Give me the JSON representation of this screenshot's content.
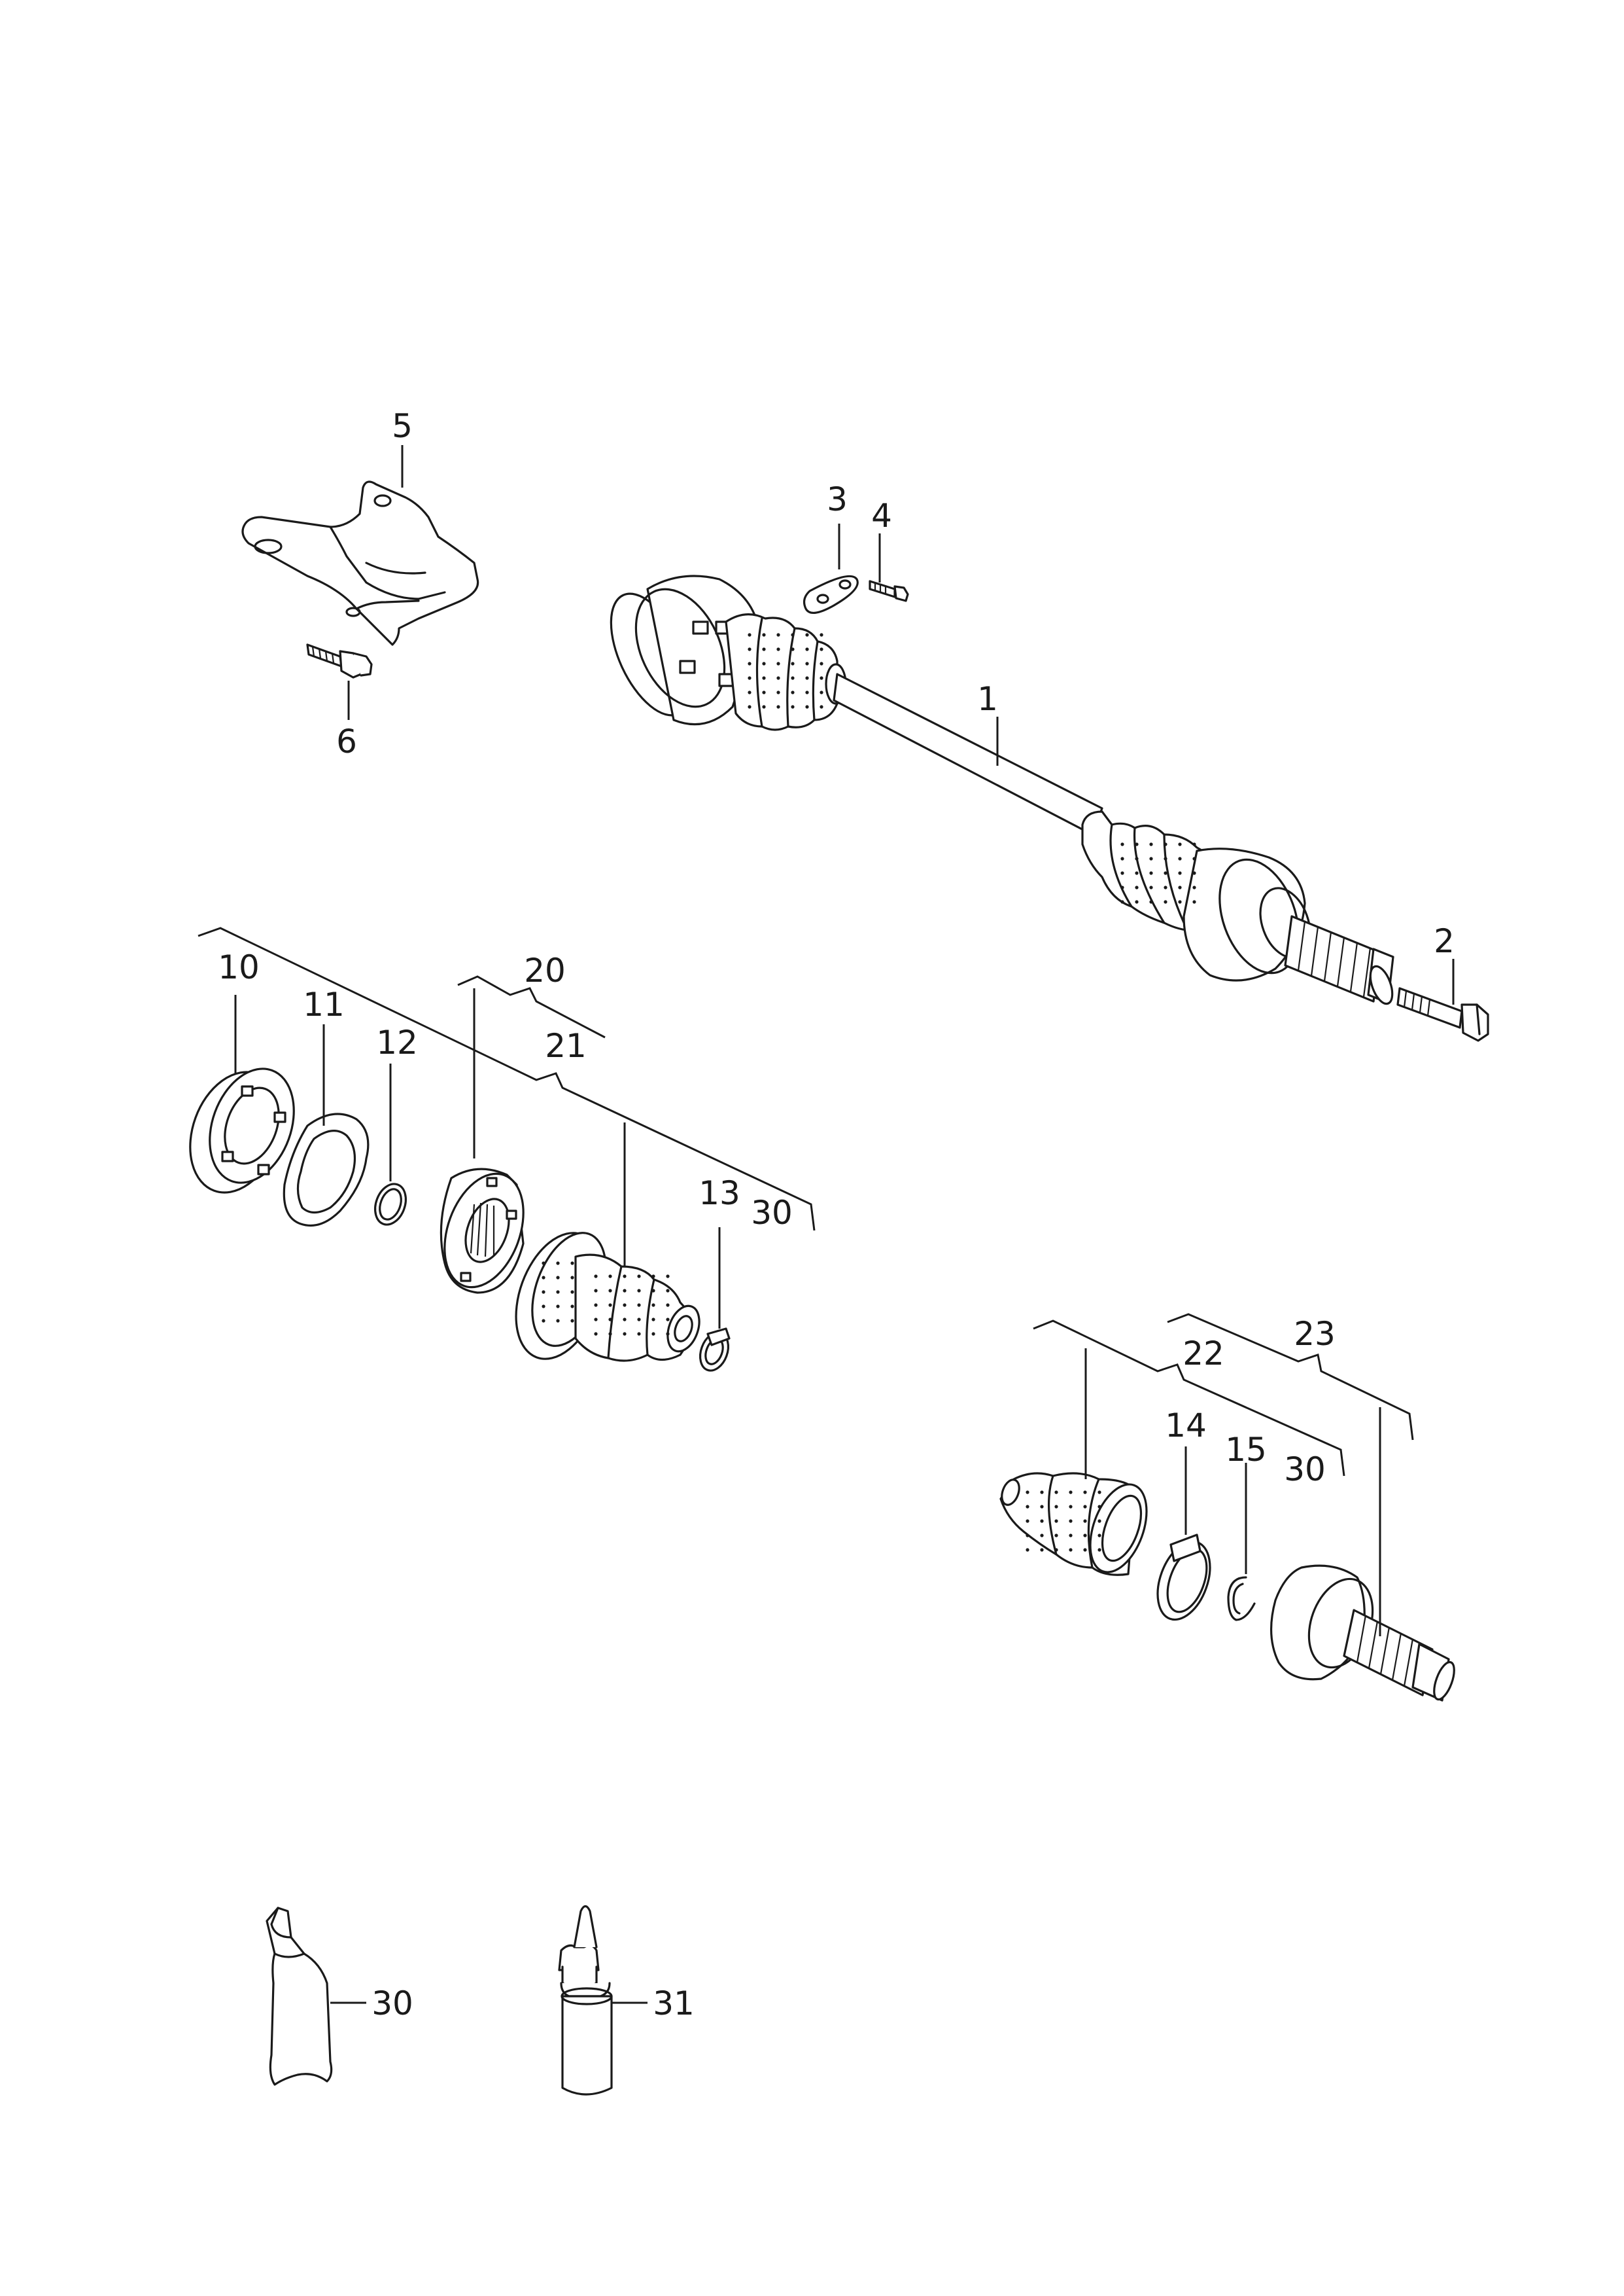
{
  "diagram": {
    "callouts": {
      "c1": "1",
      "c2": "2",
      "c3": "3",
      "c4": "4",
      "c5": "5",
      "c6": "6",
      "c10": "10",
      "c11": "11",
      "c12": "12",
      "c13": "13",
      "c14": "14",
      "c15": "15",
      "c20": "20",
      "c21": "21",
      "c22": "22",
      "c23": "23",
      "c30a": "30",
      "c30b": "30",
      "c30c": "30",
      "c31": "31"
    }
  }
}
